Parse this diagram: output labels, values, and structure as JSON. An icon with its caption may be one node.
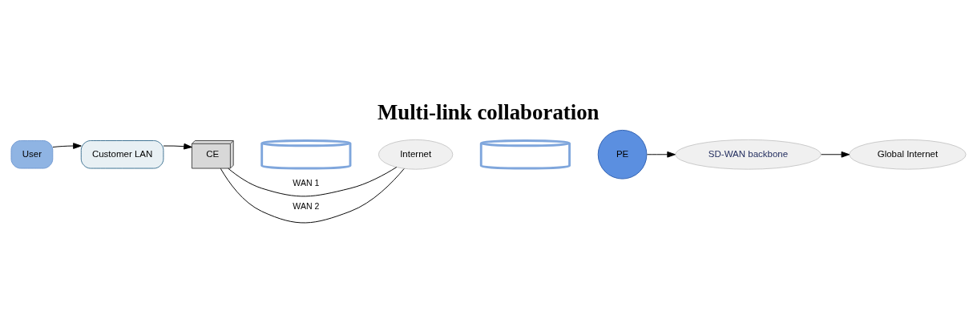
{
  "diagram": {
    "title": "Multi-link collaboration",
    "nodes": [
      {
        "text": [
          "User"
        ]
      },
      {
        "text": [
          "Customer LAN"
        ]
      },
      {
        "text": [
          "CE"
        ]
      },
      {
        "text": [],
        "shape": "cylinder"
      },
      {
        "text": [
          "Internet"
        ]
      },
      {
        "text": [],
        "shape": "cylinder"
      },
      {
        "text": [
          "PE"
        ]
      },
      {
        "text": [
          "SD-WAN backbone"
        ]
      },
      {
        "text": [
          "Global Internet"
        ]
      }
    ],
    "edges": [
      {
        "from": 0,
        "to": 1,
        "arrow": "to"
      },
      {
        "from": 1,
        "to": 2,
        "arrow": "to"
      },
      {
        "from": 2,
        "to": 4,
        "arrow": "none",
        "label": "WAN 1"
      },
      {
        "from": 2,
        "to": 4,
        "arrow": "none",
        "label": "WAN 2"
      },
      {
        "from": 6,
        "to": 7,
        "arrow": "to"
      },
      {
        "from": 7,
        "to": 8,
        "arrow": "to"
      }
    ]
  }
}
